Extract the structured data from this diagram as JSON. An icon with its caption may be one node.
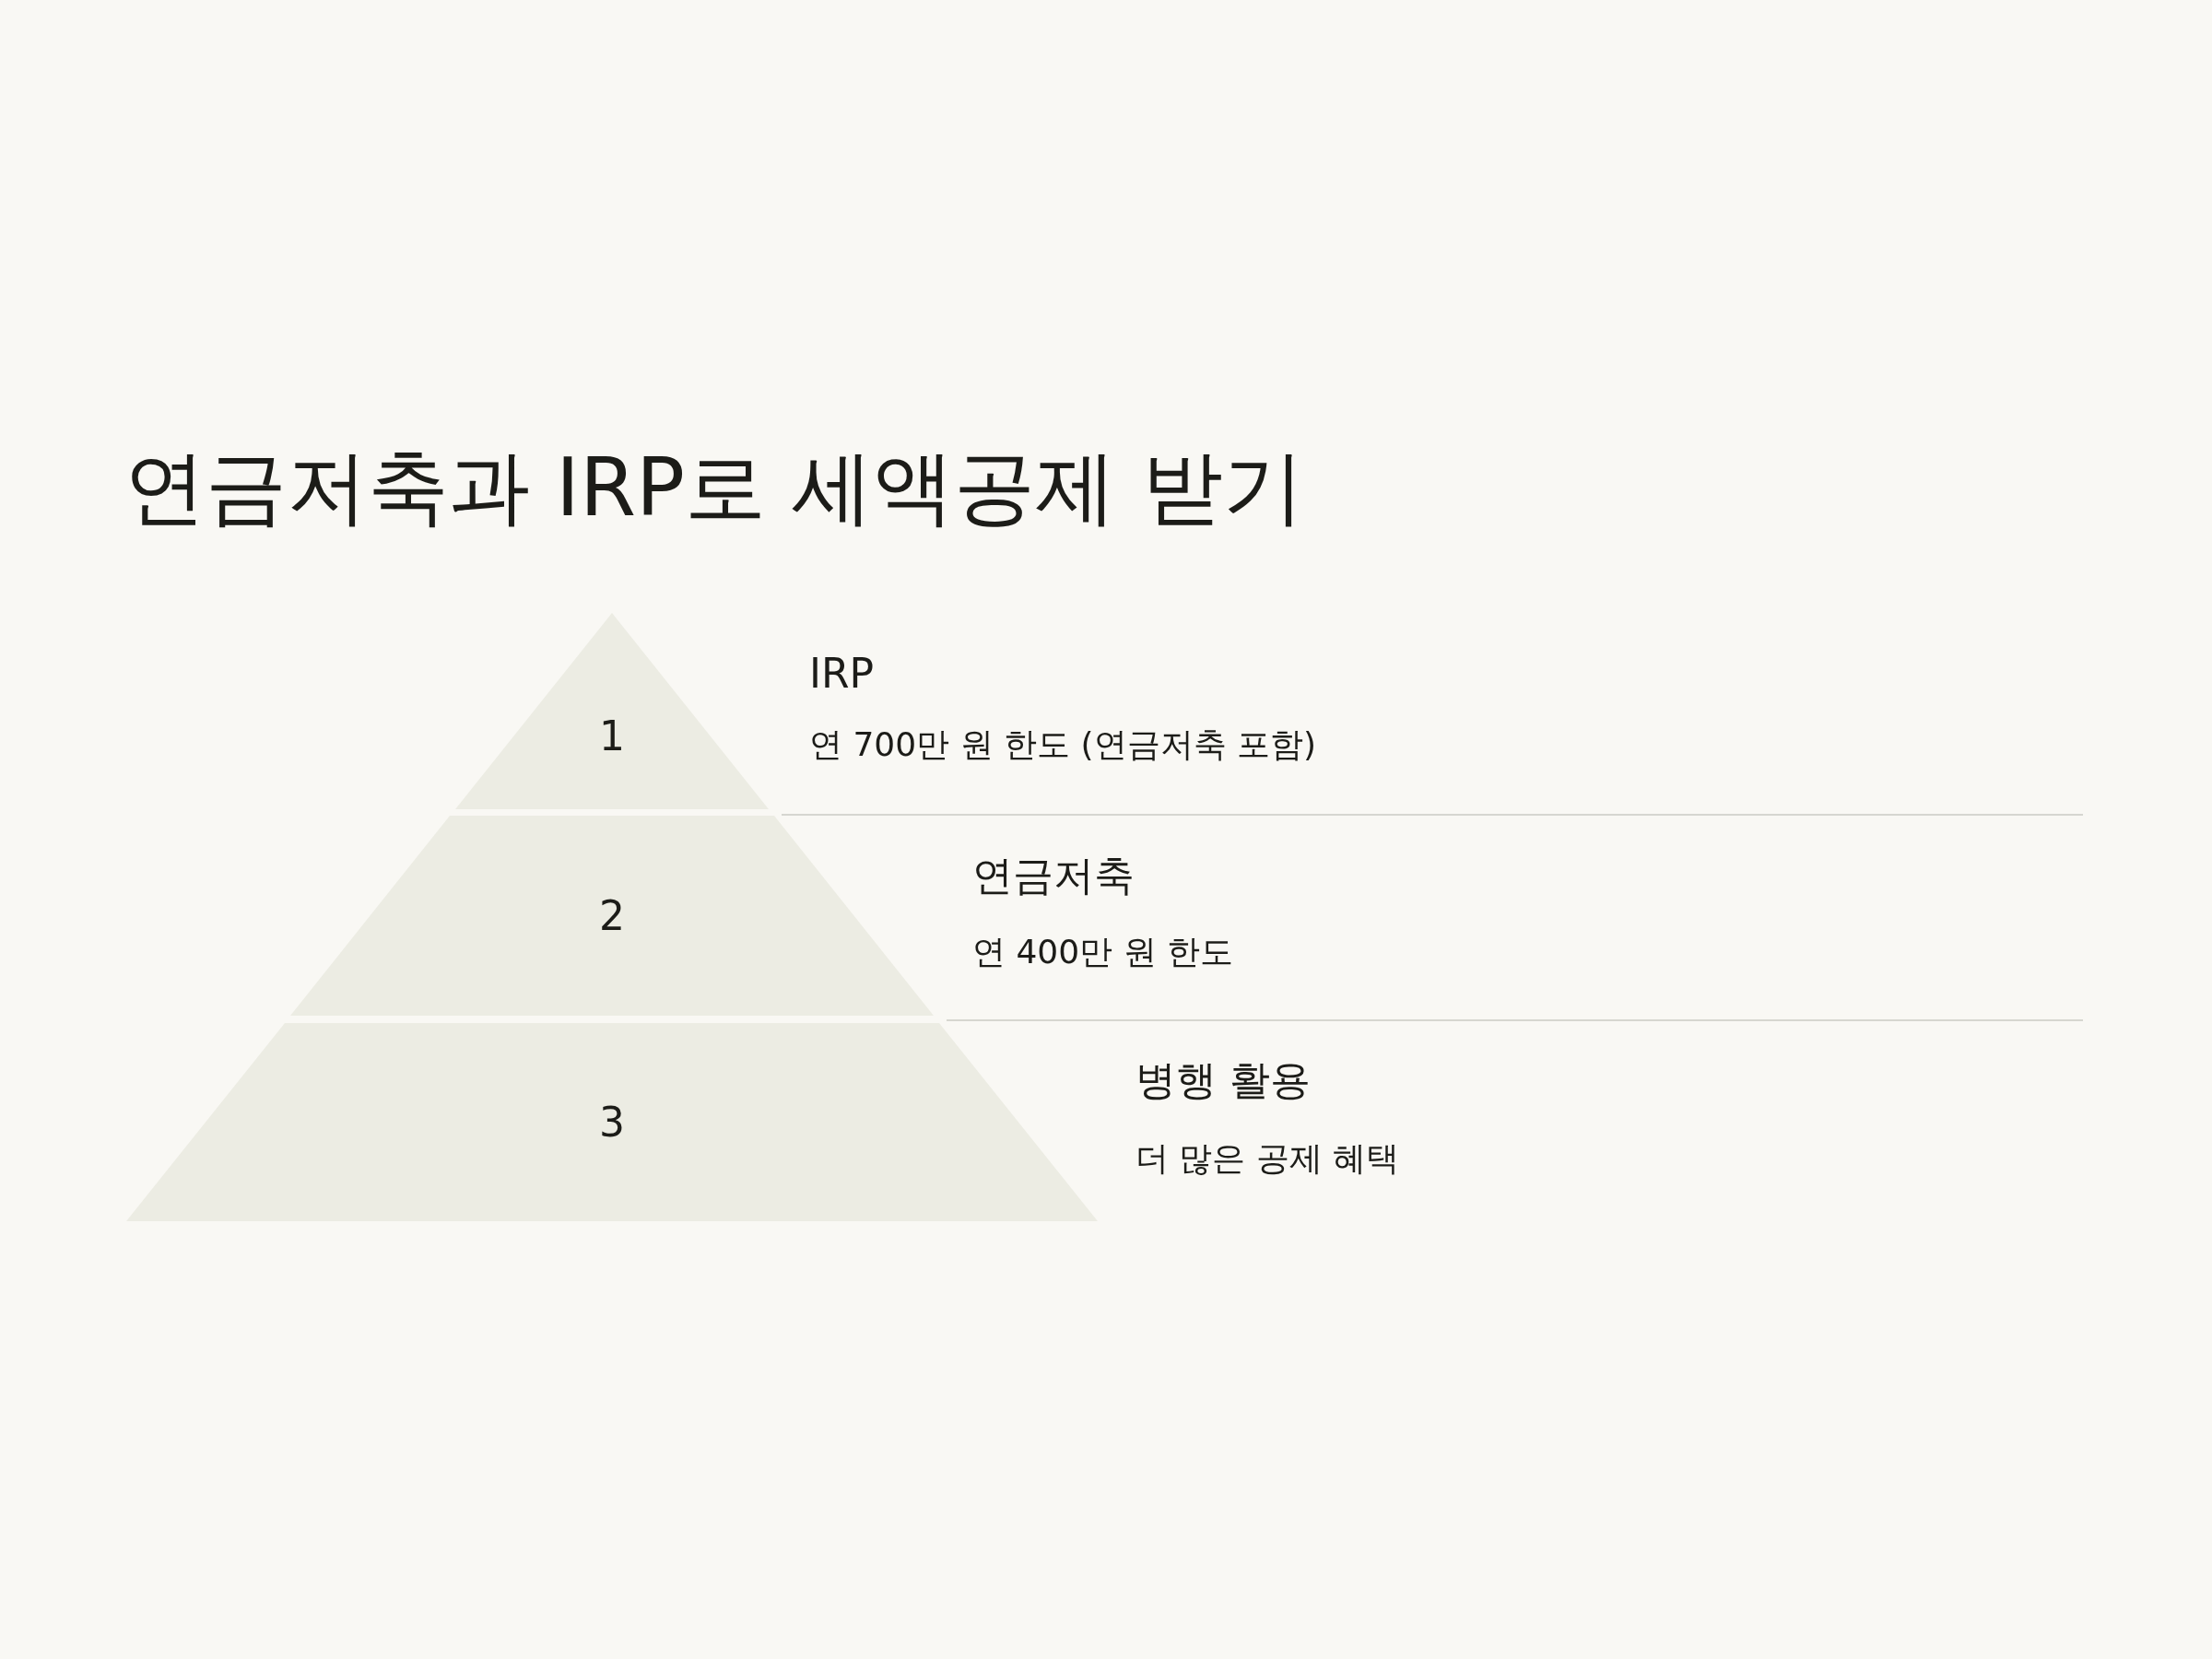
{
  "diagram": {
    "title": "연금저축과 IRP로 세액공제 받기",
    "nodes": [
      {
        "text": [
          "1"
        ],
        "beside": [
          "IRP",
          "연 700만 원 한도 (연금저축 포함)"
        ]
      },
      {
        "text": [
          "2"
        ],
        "beside": [
          "연금저축",
          "연 400만 원 한도"
        ]
      },
      {
        "text": [
          "3"
        ],
        "beside": [
          "병행 활용",
          "더 많은 공제 혜택"
        ]
      }
    ],
    "edges": []
  }
}
